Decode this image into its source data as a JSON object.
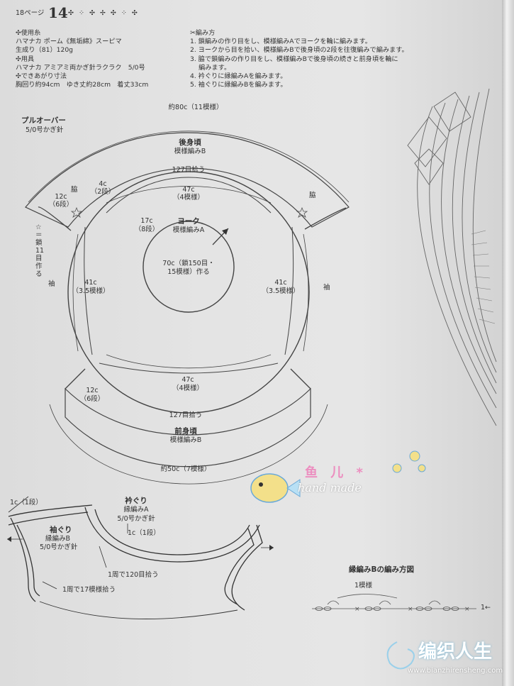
{
  "header": {
    "page_ref": "18ページ",
    "pattern_no": "14",
    "ornament": "✣ ⁘ ✣ ✢ ✣ ⁘ ✣"
  },
  "materials": {
    "yarn_heading": "使用糸",
    "yarn_line1": "ハマナカ ポーム《無垢綿》スーピマ",
    "yarn_line2": "生成り（81）120g",
    "tools_heading": "用具",
    "tools_line": "ハマナカ アミアミ両かぎ針ラクラク　5/0号",
    "size_heading": "できあがり寸法",
    "size_line": "胸回り約94cm　ゆき丈約28cm　着丈33cm"
  },
  "steps": {
    "heading": "編み方",
    "items": [
      "1. 鎖編みの作り目をし、模様編みAでヨークを輪に編みます。",
      "2. ヨークから目を拾い、模様編みBで後身頃の2段を往復編みで編みます。",
      "3. 脇で鎖編みの作り目をし、模様編みBで後身頃の続きと前身頃を輪に",
      "　 編みます。",
      "4. 衿ぐりに縁編みAを編みます。",
      "5. 袖ぐりに縁編みBを編みます。"
    ]
  },
  "diagram": {
    "title": "プルオーバー",
    "hook": "5/0号かぎ針",
    "top_width": "約80c（11模様）",
    "back_body": "後身頃",
    "back_pattern": "模様編みB",
    "back_pickup": "127目拾う",
    "side_left": "脇",
    "side_right": "脇",
    "c4": "4c",
    "c4_rows": "（2段）",
    "c12_left": "12c",
    "c12_left_rows": "（6段）",
    "c47_top": "47c",
    "c47_top_rows": "（4模様）",
    "c17": "17c",
    "c17_rows": "（8段）",
    "yoke": "ヨーク",
    "yoke_pattern": "模様編みA",
    "chain_start": "70c（鎖150目・",
    "chain_start2": "15模様）作る",
    "sleeve_left": "袖",
    "sleeve_right": "袖",
    "c41_left": "41c",
    "c41_left_rows": "（3.5模様）",
    "c41_right": "41c",
    "c41_right_rows": "（3.5模様）",
    "chain_side_1": "☆＝鎖",
    "chain_side_2": "11",
    "chain_side_3": "目作る",
    "c47_bottom": "47c",
    "c47_bottom_rows": "（4模様）",
    "c12_bottom": "12c",
    "c12_bottom_rows": "（6段）",
    "front_pickup": "127目拾う",
    "front_body": "前身頃",
    "front_pattern": "模様編みB",
    "bottom_width": "約50c（7模様）"
  },
  "finish": {
    "left_1c": "1c（1段）",
    "armhole": "袖ぐり",
    "armhole_edge": "縁編みB",
    "armhole_hook": "5/0号かぎ針",
    "neckline": "衿ぐり",
    "neckline_edge": "縁編みA",
    "neckline_hook": "5/0号かぎ針",
    "neck_1c": "1c（1段）",
    "neck_pickup": "1周で120目拾う",
    "arm_pickup": "1周で17模様拾う"
  },
  "edging_chart": {
    "title": "縁編みBの編み方図",
    "repeat": "1模様",
    "direction": "1←"
  },
  "watermark": {
    "fish_text": "鱼 儿 *",
    "hand_made": "hand made",
    "site_name": "编织人生",
    "site_url": "www.bianzhirensheng.com"
  }
}
